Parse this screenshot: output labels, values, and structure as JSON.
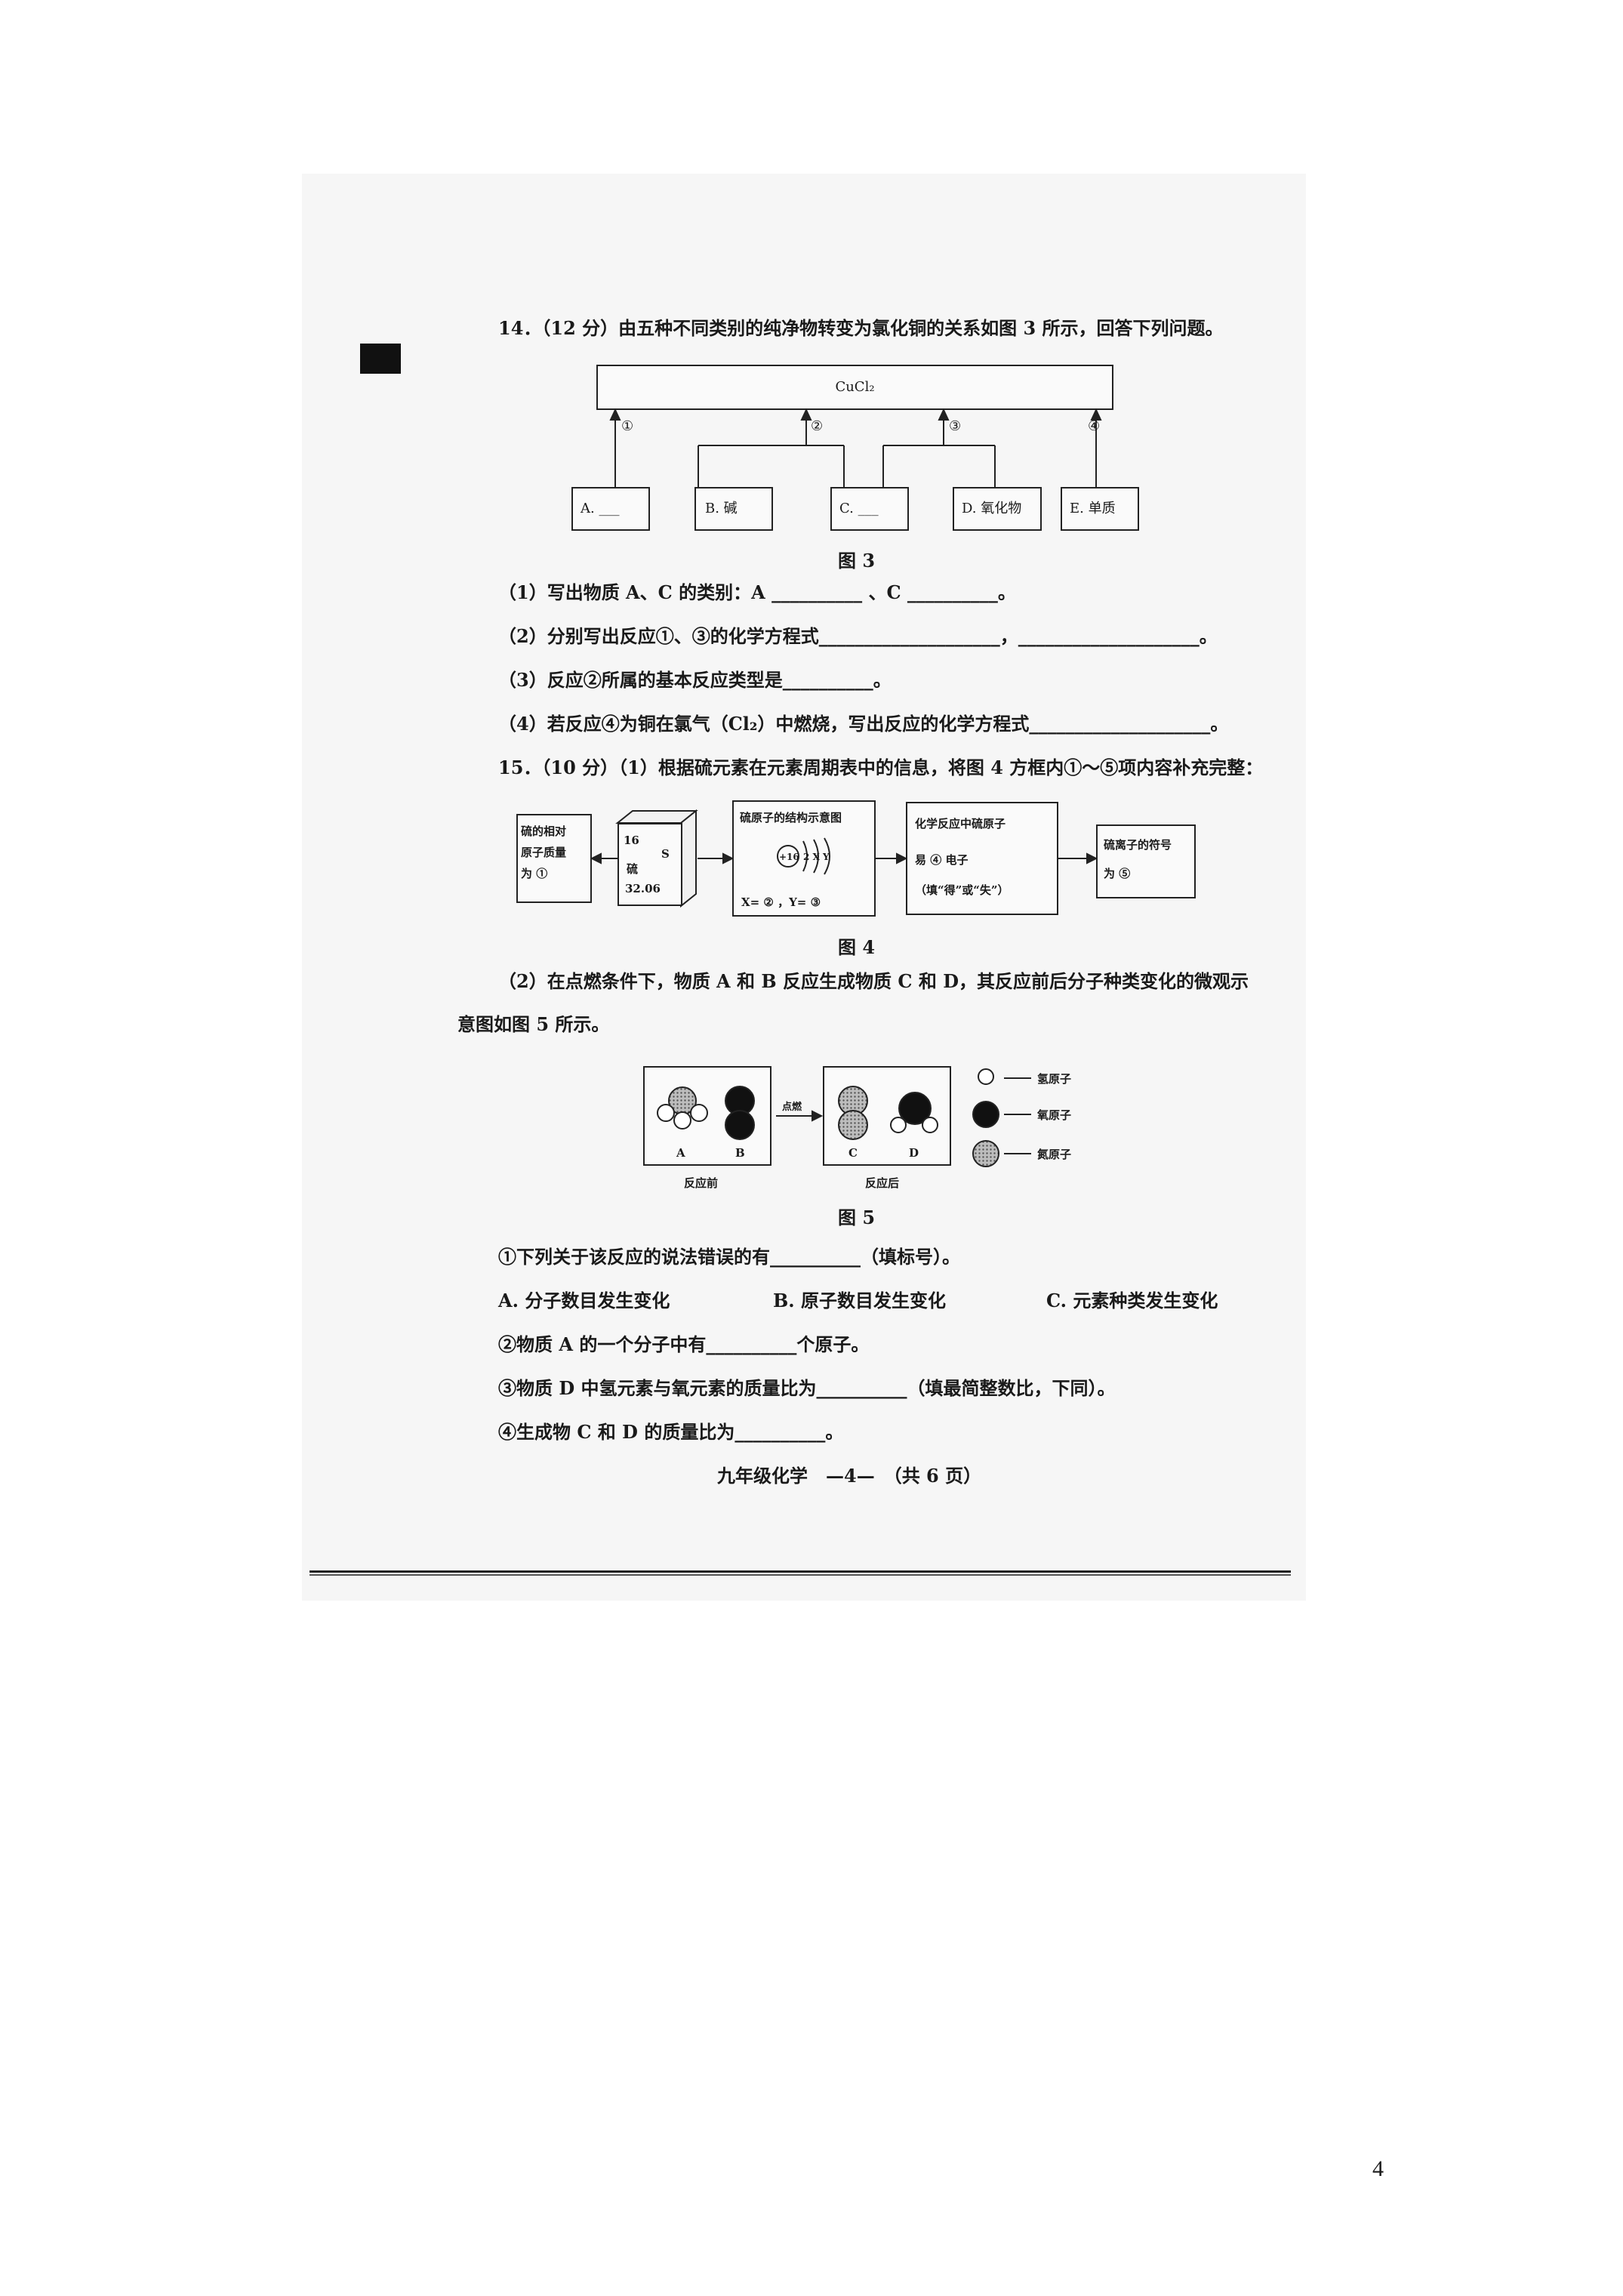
{
  "q14": {
    "title": "14．（12 分）由五种不同类别的纯净物转变为氯化铜的关系如图 3 所示，回答下列问题。",
    "diagram": {
      "top_box": "CuCl₂",
      "arrows": [
        "①",
        "②",
        "③",
        "④"
      ],
      "boxes": {
        "a": "A. ___",
        "b": "B. 碱",
        "c": "C. ___",
        "d": "D. 氧化物",
        "e": "E. 单质"
      }
    },
    "fig_caption": "图 3",
    "lines": [
      "（1）写出物质 A、C 的类别：A __________ 、C __________。",
      "（2）分别写出反应①、③的化学方程式____________________，____________________。",
      "（3）反应②所属的基本反应类型是__________。",
      "（4）若反应④为铜在氯气（Cl₂）中燃烧，写出反应的化学方程式____________________。"
    ]
  },
  "q15": {
    "title": "15．（10 分）（1）根据硫元素在元素周期表中的信息，将图 4 方框内①～⑤项内容补充完整：",
    "fig4": {
      "box1": [
        "硫的相对",
        "原子质量",
        "为 ①"
      ],
      "element": {
        "number": "16",
        "symbol": "S",
        "name": "硫",
        "mass": "32.06"
      },
      "box3_title": "硫原子的结构示意图",
      "box3_nucleus": "+16",
      "box3_shells": "2 X Y",
      "box3_bottom": "X= ② ，Y= ③",
      "box4": [
        "化学反应中硫原子",
        "易 ④ 电子",
        "（填“得”或“失”）"
      ],
      "box5": [
        "硫离子的符号",
        "为 ⑤"
      ]
    },
    "fig4_caption": "图 4",
    "part2_line1": "（2）在点燃条件下，物质 A 和 B 反应生成物质 C 和 D，其反应前后分子种类变化的微观示",
    "part2_line2": "意图如图 5 所示。",
    "fig5": {
      "condition": "点燃",
      "labels_before": [
        "A",
        "B"
      ],
      "labels_after": [
        "C",
        "D"
      ],
      "before_caption": "反应前",
      "after_caption": "反应后",
      "legend": [
        "氢原子",
        "氧原子",
        "氮原子"
      ]
    },
    "fig5_caption": "图 5",
    "sub1": "①下列关于该反应的说法错误的有__________（填标号）。",
    "options": [
      "A. 分子数目发生变化",
      "B. 原子数目发生变化",
      "C. 元素种类发生变化"
    ],
    "sub2": "②物质 A 的一个分子中有__________个原子。",
    "sub3": "③物质 D 中氢元素与氧元素的质量比为__________（填最简整数比，下同）。",
    "sub4": "④生成物 C 和 D 的质量比为__________。"
  },
  "footer": "九年级化学　—4—　（共 6 页）",
  "page_number": "4"
}
